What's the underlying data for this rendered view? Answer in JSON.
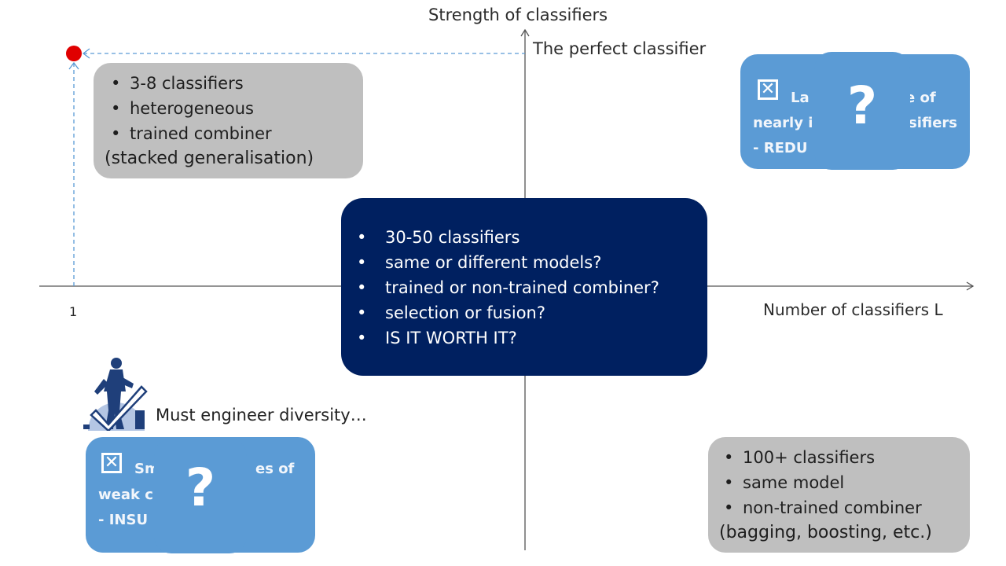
{
  "axes": {
    "y_label": "Strength of classifiers",
    "x_label": "Number of classifiers L",
    "origin_tick": "1",
    "perfect_label": "The perfect classifier"
  },
  "boxes": {
    "top_left": {
      "items": [
        "3-8 classifiers",
        "heterogeneous",
        "trained combiner"
      ],
      "note": "(stacked generalisation)"
    },
    "center": {
      "items": [
        "30-50 classifiers",
        "same or different models?",
        "trained or non-trained combiner?",
        "selection or fusion?",
        "IS IT WORTH IT?"
      ]
    },
    "bottom_right": {
      "items": [
        "100+ classifiers",
        "same model",
        "non-trained combiner"
      ],
      "note": "(bagging, boosting, etc.)"
    },
    "top_right": {
      "line1_left": "La",
      "line1_right": "e of",
      "line2_left": "nearly i",
      "line2_right": "sifiers",
      "line3_left": "- REDU",
      "icon": "x-box-icon",
      "mark": "?"
    },
    "bottom_left": {
      "line1_left": "Sm",
      "line1_right": "es of",
      "line2_left": "weak c",
      "line3_left": "- INSU",
      "icon": "x-box-icon",
      "mark": "?"
    }
  },
  "caption": "Must engineer diversity…",
  "colors": {
    "navy": "#002060",
    "gray": "#bfbfbf",
    "blue": "#5b9bd5",
    "red_point": "#e00000",
    "dashed": "#5b9bd5"
  }
}
